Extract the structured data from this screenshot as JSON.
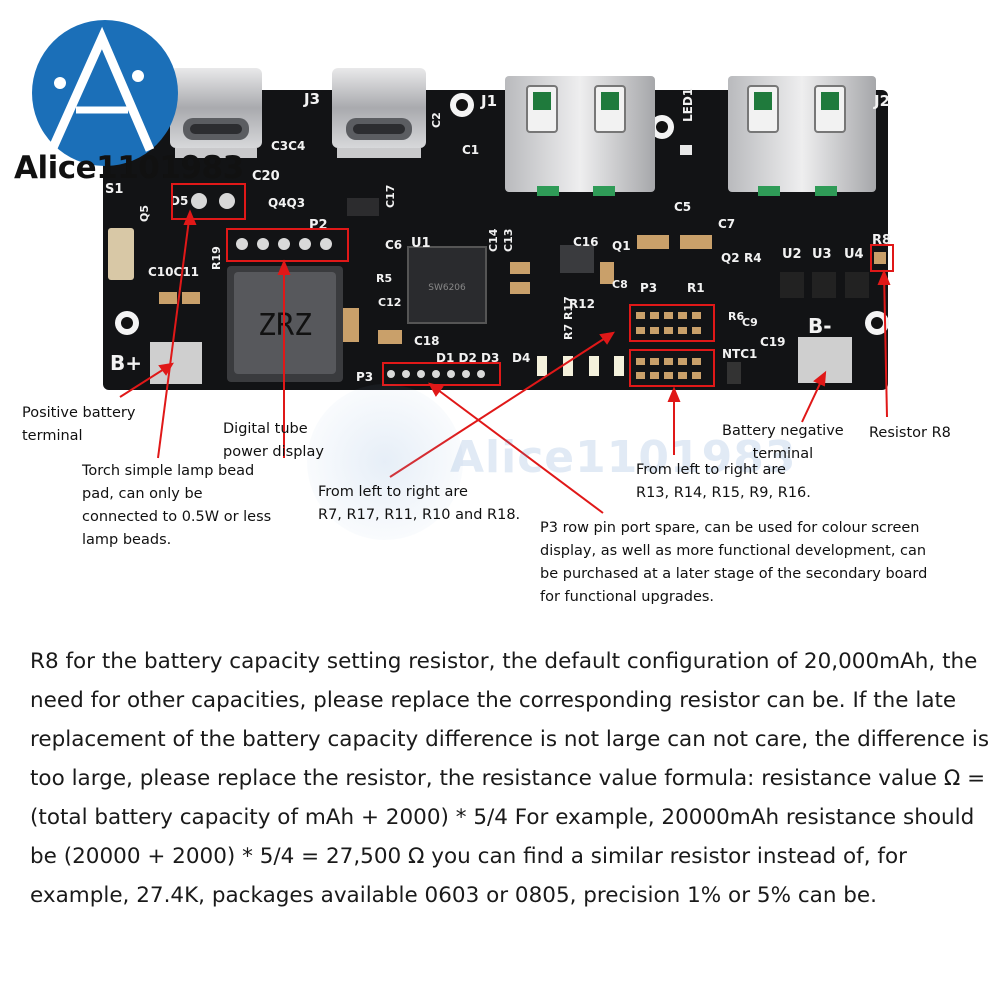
{
  "logo": {
    "text": "Alice1101983"
  },
  "watermark": {
    "text": "Alice1101983"
  },
  "board": {
    "silkscreen": {
      "J3": "J3",
      "J1": "J1",
      "J2": "J2",
      "LED1": "LED1",
      "C3C4": "C3C4",
      "C2": "C2",
      "C1": "C1",
      "C20": "C20",
      "S1": "S1",
      "D5": "D5",
      "Q4Q3": "Q4Q3",
      "C17": "C17",
      "P2": "P2",
      "C6": "C6",
      "U1": "U1",
      "C5": "C5",
      "C7": "C7",
      "C14": "C14",
      "C13": "C13",
      "C16": "C16",
      "Q1": "Q1",
      "Q2": "Q2",
      "R4": "R4",
      "U2": "U2",
      "U3": "U3",
      "U4": "U4",
      "R8": "R8",
      "C10C11": "C10C11",
      "R19": "R19",
      "R5": "R5",
      "C12": "C12",
      "C8": "C8",
      "R12": "R12",
      "P3": "P3",
      "R1": "R1",
      "R6": "R6",
      "C9": "C9",
      "C19": "C19",
      "B-": "B-",
      "C18": "C18",
      "D1D2D3": "D1 D2 D3",
      "D4": "D4",
      "NTC1": "NTC1",
      "B+": "B+",
      "inductor": "ZRZ",
      "chip": "SW6206",
      "bottom_P3": "P3",
      "R7R17": "R7 R17",
      "Q5": "Q5"
    }
  },
  "annotations": {
    "positive_battery": "Positive battery\nterminal",
    "torch_pad": "Torch simple lamp bead\npad, can only be\nconnected to 0.5W or less\nlamp beads.",
    "digital_tube": "Digital tube\npower display",
    "resistors_left": "From left to right are\nR7, R17, R11, R10 and R18.",
    "p3_port": "P3 row pin port spare, can be used for colour screen\ndisplay, as well as more functional development, can\nbe purchased at a later stage of the secondary board\nfor functional upgrades.",
    "resistors_right": "From left to right are\nR13, R14, R15, R9, R16.",
    "battery_negative": "Battery negative\nterminal",
    "resistor_r8": "Resistor R8"
  },
  "paragraph": "R8 for the battery capacity setting resistor, the default configuration of 20,000mAh, the need for other capacities, please replace the corresponding resistor can be. If the late replacement of the battery capacity difference is not large can not care, the difference is too large, please replace the resistor, the resistance value formula: resistance value Ω = (total battery capacity of mAh + 2000) * 5/4 For example, 20000mAh resistance should be (20000 + 2000) * 5/4 = 27,500 Ω you can find a similar resistor instead of, for example, 27.4K, packages available 0603 or 0805, precision 1% or 5% can be.",
  "colors": {
    "pcb": "#111214",
    "silk": "#f2f2f2",
    "callout": "#e01818",
    "logo_blue": "#1b6fb8",
    "pad": "#c9a06a"
  }
}
